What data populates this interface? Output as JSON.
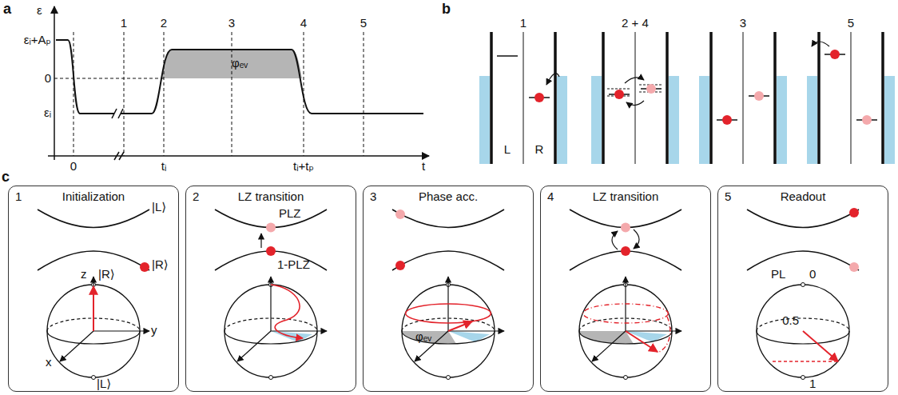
{
  "diagram": {
    "nodes": [
      {
        "text": [
          "1",
          "Initialization"
        ]
      },
      {
        "text": [
          "2",
          "LZ transition"
        ]
      },
      {
        "text": [
          "3",
          "Phase acc."
        ]
      },
      {
        "text": [
          "4",
          "LZ transition"
        ]
      },
      {
        "text": [
          "5",
          "Readout"
        ]
      }
    ],
    "labels": [
      "a",
      "ε",
      "εᵢ+Aₚ",
      "0",
      "εᵢ",
      "0",
      "tᵢ",
      "tᵢ+tₚ",
      "t",
      "1",
      "2",
      "3",
      "4",
      "5",
      "φₑᵥ",
      "b",
      "1",
      "2 + 4",
      "3",
      "5",
      "L",
      "R",
      "c",
      "|L⟩",
      "|R⟩",
      "z",
      "y",
      "x",
      "|R⟩",
      "|L⟩",
      "PLZ",
      "1-PLZ",
      "φₑᵥ",
      "PL",
      "0",
      "0.5",
      "1"
    ]
  }
}
